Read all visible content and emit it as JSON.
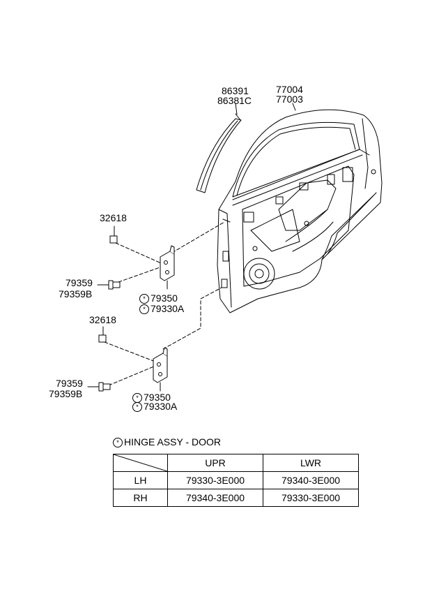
{
  "callouts": {
    "glass_run_a": "86391",
    "glass_run_b": "86381C",
    "door_panel_a": "77004",
    "door_panel_b": "77003",
    "bolt_upper": "32618",
    "screw_upper_a": "79359",
    "screw_upper_b": "79359B",
    "hinge_upper_a": "79350",
    "hinge_upper_b": "79330A",
    "bolt_lower": "32618",
    "screw_lower_a": "79359",
    "screw_lower_b": "79359B",
    "hinge_lower_a": "79350",
    "hinge_lower_b": "79330A"
  },
  "star_symbol": "*",
  "legend": {
    "title": "HINGE ASSY - DOOR"
  },
  "table": {
    "headers": [
      "",
      "UPR",
      "LWR"
    ],
    "rows": [
      {
        "side": "LH",
        "upr": "79330-3E000",
        "lwr": "79340-3E000"
      },
      {
        "side": "RH",
        "upr": "79340-3E000",
        "lwr": "79330-3E000"
      }
    ]
  }
}
